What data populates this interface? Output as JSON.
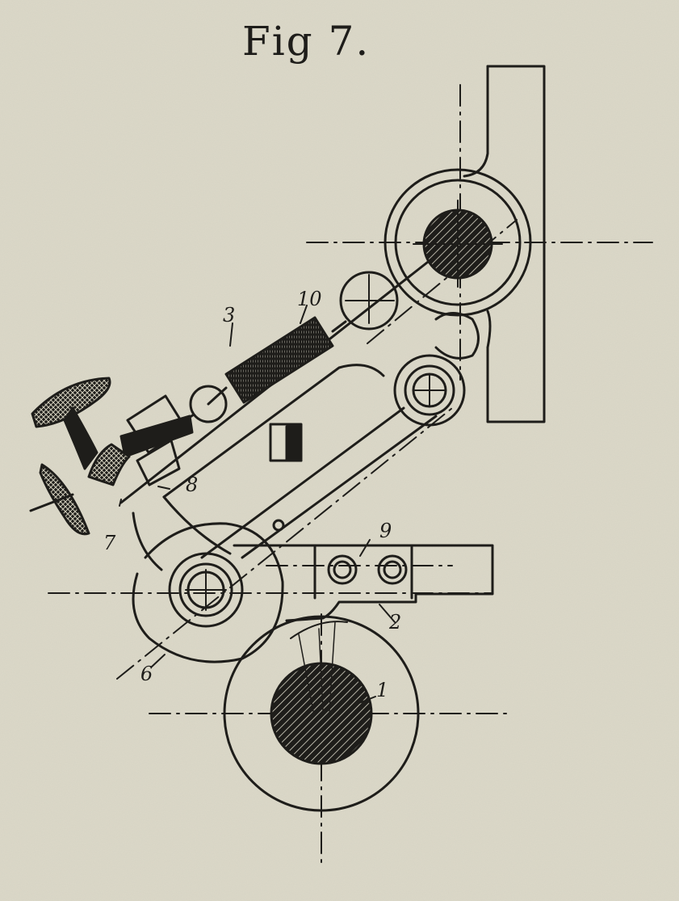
{
  "figure": {
    "title": "Fig 7.",
    "part_labels": [
      "1",
      "2",
      "3",
      "6",
      "7",
      "8",
      "9",
      "10"
    ]
  },
  "colors": {
    "paper": "#dcd9c9",
    "ink": "#1e1d1a"
  },
  "icons": {
    "shaft_1": "hatched-shaft-section",
    "shaft_upper": "hatched-shaft-section",
    "knob": "knurled-handwheel"
  }
}
